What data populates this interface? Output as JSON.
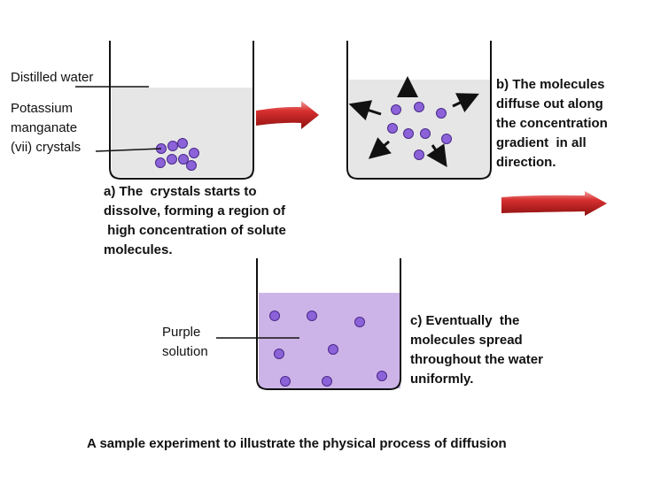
{
  "labels": {
    "distilled_water": "Distilled water",
    "potassium_line1": "Potassium",
    "potassium_line2": "manganate",
    "potassium_line3": "(vii) crystals",
    "purple_line1": "Purple",
    "purple_line2": "solution"
  },
  "steps": {
    "a": [
      "a) The  crystals starts to",
      "dissolve, forming a region of",
      " high concentration of solute",
      "molecules."
    ],
    "b": [
      "b) The molecules",
      "diffuse out along",
      "the concentration",
      "gradient  in all",
      "direction."
    ],
    "c": [
      "c) Eventually  the",
      "molecules spread",
      "throughout the water",
      "uniformly."
    ]
  },
  "caption": "A sample experiment to illustrate the physical process of diffusion",
  "colors": {
    "water": "#e6e6e6",
    "purple_solution": "#cdb4e8",
    "molecule": "#8c62d9",
    "molecule_stroke": "#4a2a8a",
    "arrow_red": "#c2201e"
  }
}
